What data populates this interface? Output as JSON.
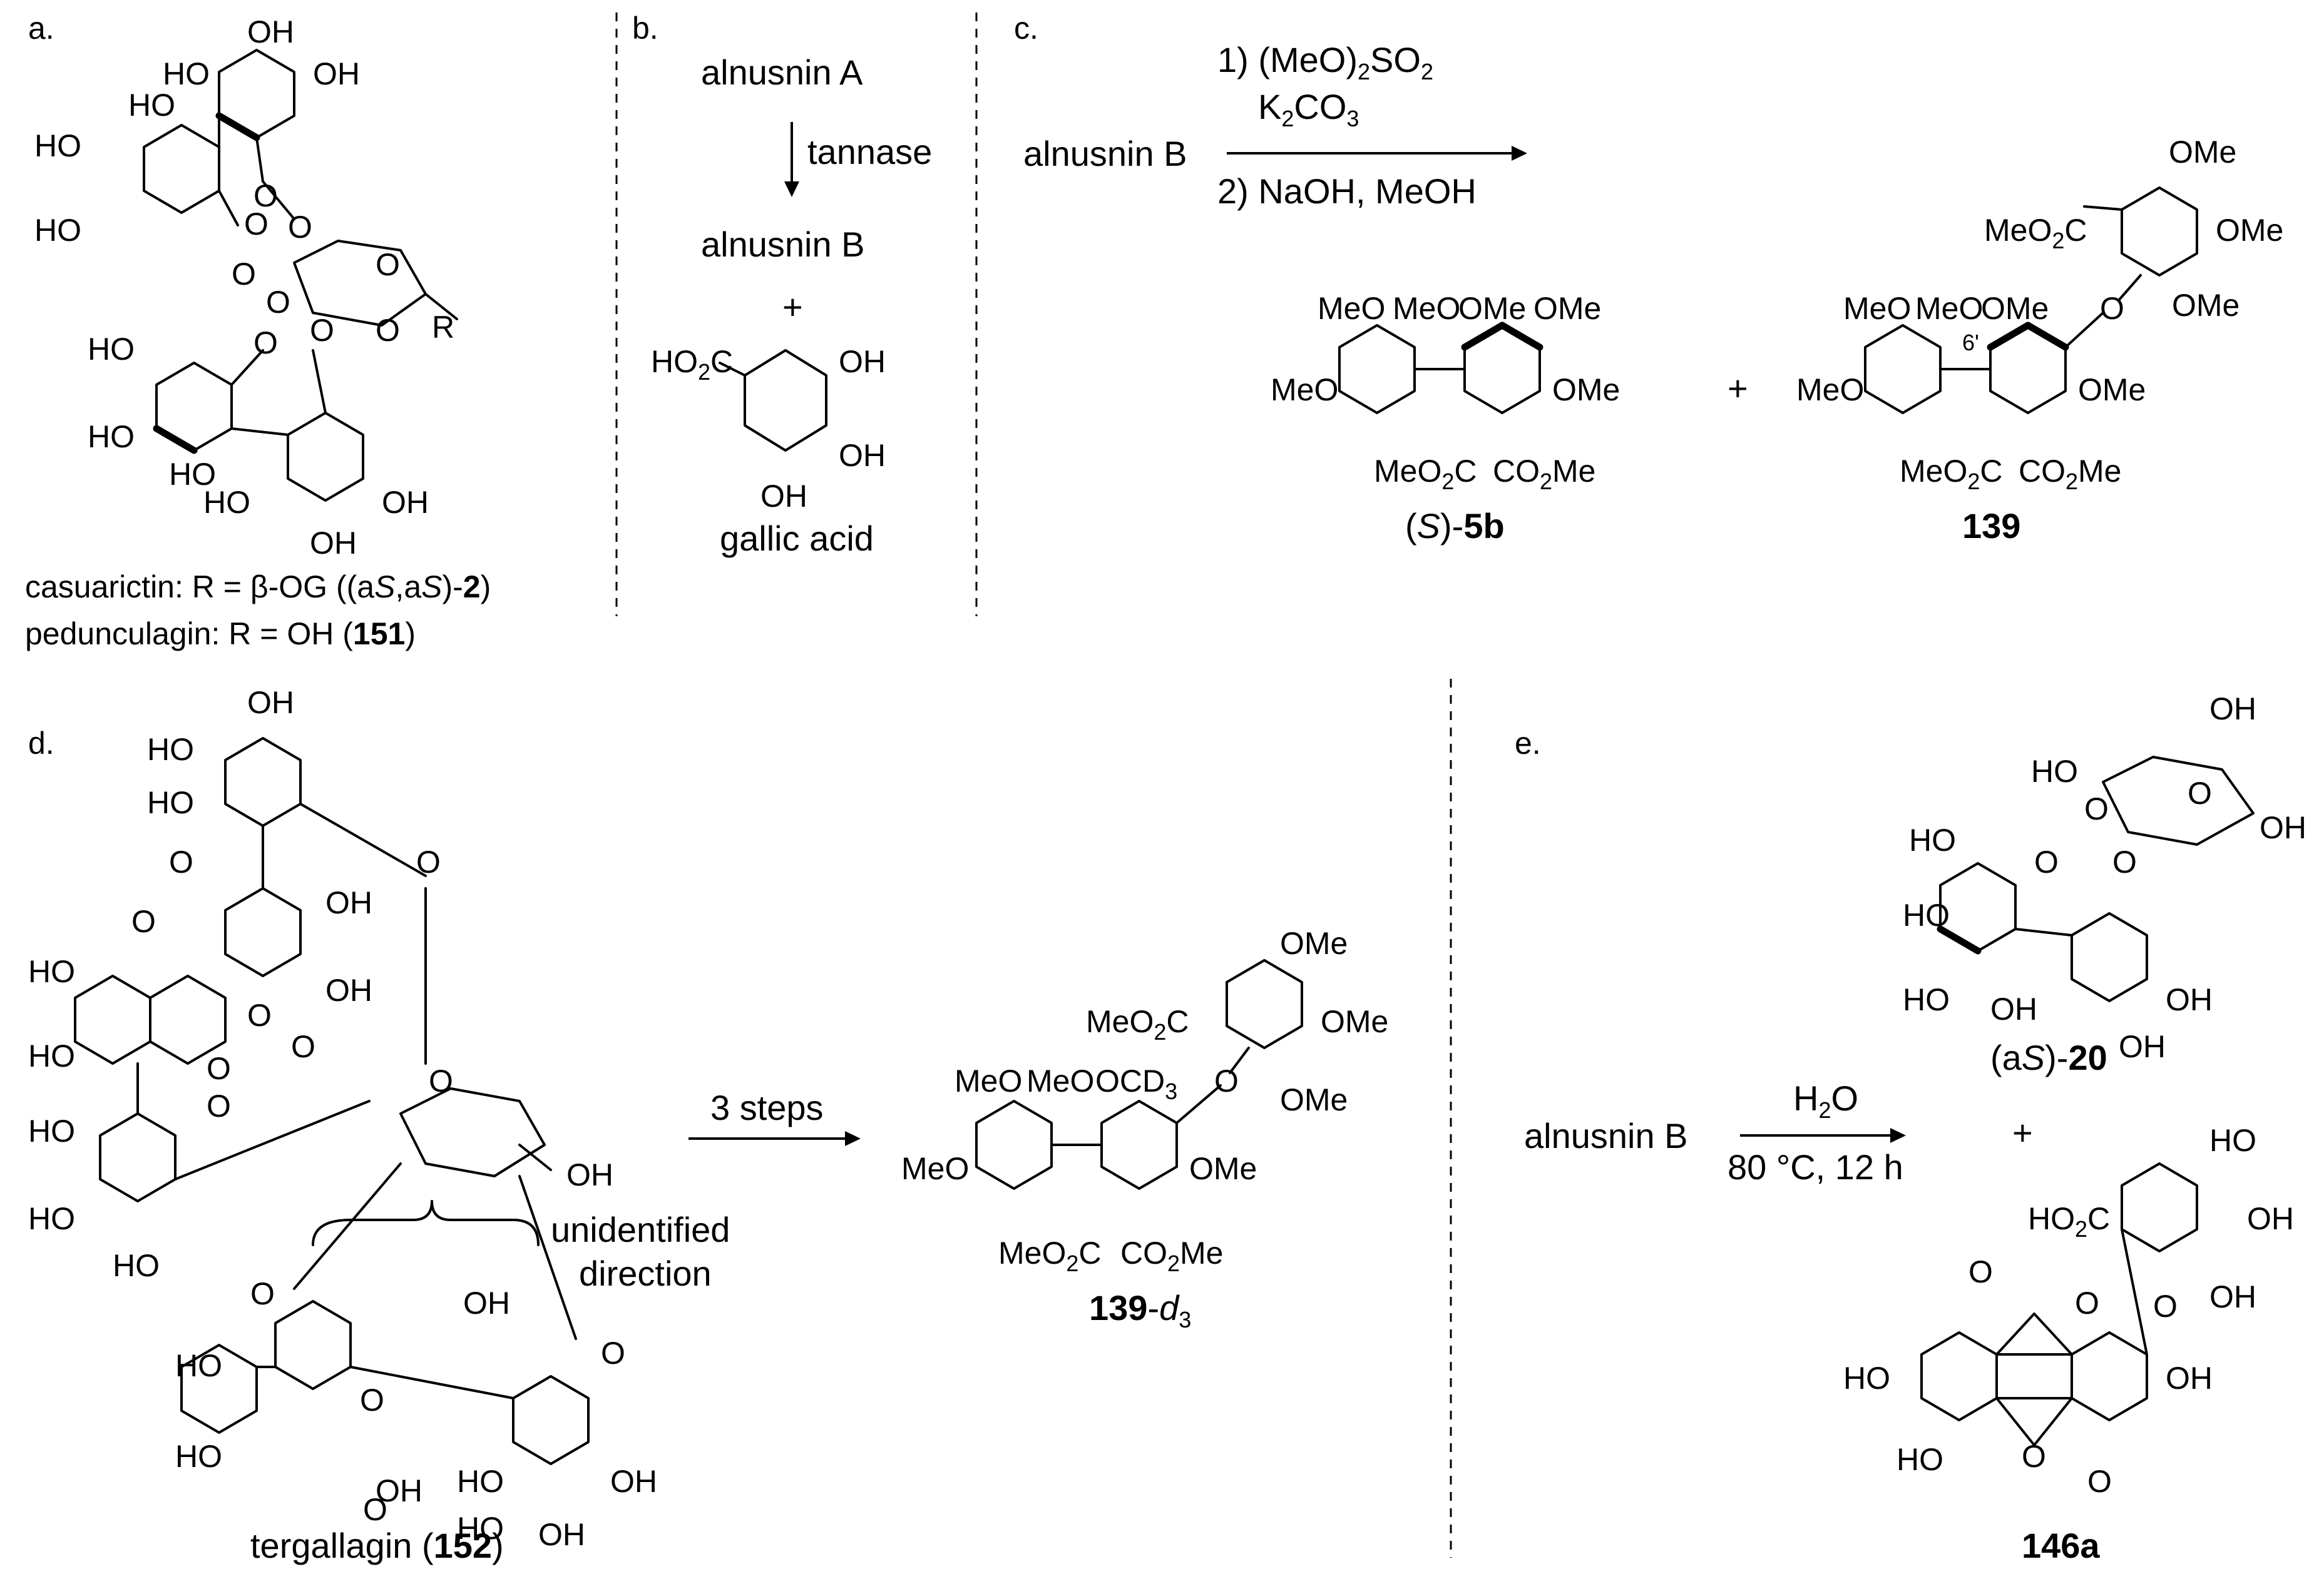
{
  "panels": {
    "a": {
      "label": "a.",
      "R": "R",
      "groups": [
        "OH",
        "HO",
        "OH",
        "HO",
        "HO",
        "HO",
        "O",
        "O",
        "O",
        "O",
        "O",
        "O",
        "O",
        "O",
        "O",
        "HO",
        "HO",
        "HO",
        "HO",
        "OH",
        "OH"
      ],
      "caption1": {
        "pre": "casuarictin: R = β-OG ((a",
        "s1": "S",
        "mid": ",a",
        "s2": "S",
        "post": ")-",
        "num": "2",
        "end": ")"
      },
      "caption2": {
        "pre": "pedunculagin: R = OH (",
        "num": "151",
        "end": ")"
      }
    },
    "b": {
      "label": "b.",
      "start": "alnusnin A",
      "reagent": "tannase",
      "product1": "alnusnin B",
      "plus": "+",
      "product2": "gallic acid",
      "groups": [
        "HO",
        "2",
        "C",
        "OH",
        "OH",
        "OH"
      ]
    },
    "c": {
      "label": "c.",
      "start": "alnusnin B",
      "step1": {
        "pre": "1) (MeO)",
        "sub": "2",
        "post": "SO",
        "sub2": "2"
      },
      "step1b": {
        "pre": "K",
        "sub": "2",
        "post": "CO",
        "sub2": "3"
      },
      "step2": "2) NaOH, MeOH",
      "plus": "+",
      "prod1": {
        "pre": "(",
        "s": "S",
        "post": ")-",
        "num": "5b"
      },
      "prod2": {
        "num": "139"
      },
      "six_prime": "6'",
      "groups": [
        "MeO",
        "MeO",
        "OMe",
        "OMe",
        "MeO",
        "OMe",
        "MeO",
        "2",
        "C",
        "CO",
        "2",
        "Me",
        "OMe",
        "OMe",
        "OMe",
        "MeO",
        "2",
        "C",
        "MeO",
        "MeO",
        "OMe",
        "O",
        "MeO",
        "OMe",
        "MeO",
        "2",
        "C",
        "CO",
        "2",
        "Me"
      ]
    },
    "d": {
      "label": "d.",
      "arrow_label": "3 steps",
      "unidentified1": "unidentified",
      "unidentified2": "direction",
      "caption": {
        "pre": "tergallagin (",
        "num": "152",
        "end": ")"
      },
      "prod": {
        "num": "139",
        "dash": "-",
        "d": "d",
        "sub": "3"
      },
      "prod_groups": [
        "OMe",
        "OMe",
        "OMe",
        "MeO",
        "2",
        "C",
        "O",
        "MeO",
        "MeO",
        "OCD",
        "3",
        "MeO",
        "OMe",
        "MeO",
        "2",
        "C",
        "CO",
        "2",
        "Me"
      ],
      "groups": [
        "OH",
        "HO",
        "HO",
        "O",
        "O",
        "OH",
        "OH",
        "HO",
        "HO",
        "O",
        "O",
        "O",
        "O",
        "O",
        "HO",
        "HO",
        "OH",
        "HO",
        "O",
        "OH",
        "O",
        "HO",
        "HO",
        "O",
        "O",
        "HO",
        "HO",
        "OH",
        "OH",
        "OH",
        "O"
      ]
    },
    "e": {
      "label": "e.",
      "start": "alnusnin B",
      "reagent_top": {
        "pre": "H",
        "sub": "2",
        "post": "O"
      },
      "reagent_bottom": "80 °C, 12 h",
      "plus": "+",
      "prod1": {
        "pre": "(a",
        "s": "S",
        "post": ")-",
        "num": "20"
      },
      "prod2": {
        "num": "146a"
      },
      "groups": [
        "OH",
        "HO",
        "O",
        "OH",
        "HO",
        "O",
        "O",
        "O",
        "HO",
        "HO",
        "OH",
        "OH",
        "OH",
        "HO",
        "2",
        "C",
        "OH",
        "OH",
        "O",
        "O",
        "O",
        "HO",
        "OH",
        "HO",
        "O",
        "O"
      ]
    }
  }
}
